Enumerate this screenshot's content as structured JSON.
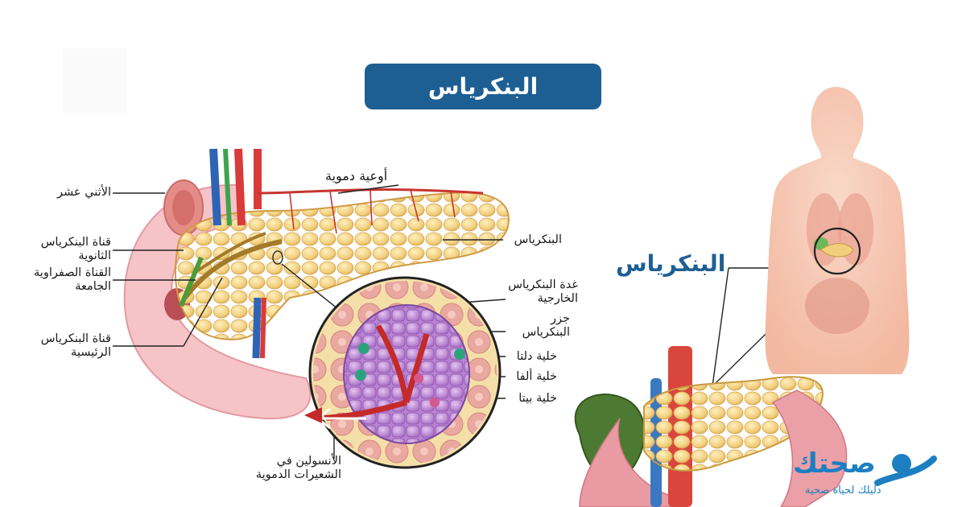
{
  "title": "البنكرياس",
  "labels": {
    "blood_vessels": "أوعية دموية",
    "duodenum": "الأثني عشر",
    "accessory_duct_1": "قناة البنكرياس",
    "accessory_duct_2": "الثانوية",
    "common_bile_duct_1": "القناة الصفراوية",
    "common_bile_duct_2": "الجامعة",
    "main_duct_1": "قناة البنكرياس",
    "main_duct_2": "الرئيسية",
    "pancreas": "البنكرياس",
    "exocrine_1": "غدة  البنكرياس",
    "exocrine_2": "الخارجية",
    "islet_1": "جزر",
    "islet_2": "البنكرياس",
    "delta": "خلية دلتا",
    "alpha": "خلية ألفا",
    "beta": "خلية بيتا",
    "insulin_1": "الأنسولين في",
    "insulin_2": "الشعيرات الدموية"
  },
  "body_figure_label": "البنكرياس",
  "logo": {
    "word": "صحتك",
    "tagline": "دليلك لحياة صحية"
  },
  "colors": {
    "title_bg": "#1d5f93",
    "accent_blue": "#1d7fc2",
    "pancreas": "#f1cf7d",
    "body_skin": "#f6c7b3"
  }
}
